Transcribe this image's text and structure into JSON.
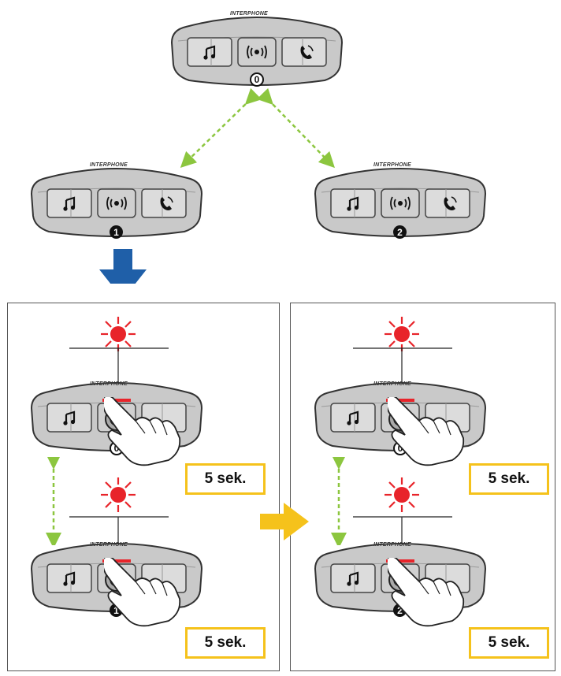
{
  "brand": "INTERPHONE",
  "devices": {
    "top": {
      "badge": "0"
    },
    "left": {
      "badge": "1"
    },
    "right": {
      "badge": "2"
    }
  },
  "panels": {
    "left": {
      "upper": {
        "badge": "0",
        "hold_label": "5 sek."
      },
      "lower": {
        "badge": "1",
        "hold_label": "5 sek."
      }
    },
    "right": {
      "upper": {
        "badge": "0",
        "hold_label": "5 sek."
      },
      "lower": {
        "badge": "2",
        "hold_label": "5 sek."
      }
    }
  },
  "colors": {
    "device_body": "#c9c9c9",
    "pair_link": "#8cc63f",
    "blue_arrow": "#1f5fa8",
    "yellow_arrow": "#f5c21b",
    "led": "#e8242a",
    "timebox_border": "#f5c21b"
  },
  "icons": [
    "music-icon",
    "intercom-icon",
    "phone-icon",
    "led-flash-icon",
    "finger-press-icon"
  ]
}
